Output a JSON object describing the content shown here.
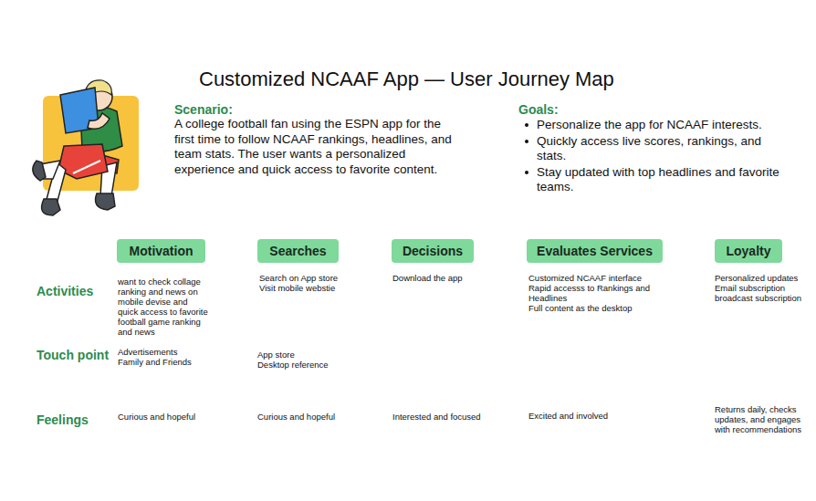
{
  "diagram": {
    "title": "Customized NCAAF App — User Journey Map",
    "nodes": [
      {
        "text": [
          "Motivation"
        ]
      },
      {
        "text": [
          "Searches"
        ]
      },
      {
        "text": [
          "Decisions"
        ]
      },
      {
        "text": [
          "Evaluates Services"
        ]
      },
      {
        "text": [
          "Loyalty"
        ]
      }
    ],
    "labels": [
      "Scenario:",
      "A college football fan using the ESPN app for the first time to follow NCAAF rankings, headlines, and team stats. The user wants a personalized experience and quick access to favorite content.",
      "Goals:",
      "Personalize the app for NCAAF interests.",
      "Quickly access live scores, rankings, and stats.",
      "Stay updated with top headlines and favorite teams.",
      "Activities",
      "Touch point",
      "Feelings",
      "want to check collage ranking and news on mobile devise and quick access to favorite football game ranking and news",
      "Search on App store",
      "Visit mobile webstie",
      "Download the app",
      "Customized NCAAF interface",
      "Rapid accesss to Rankings and Headlines",
      "Full content as the desktop",
      "Personalized updates",
      "Email subscription",
      "broadcast subscription",
      "Advertisements",
      "Family and Friends",
      "App store",
      "Desktop reference",
      "Curious and hopeful",
      "Curious and hopeful",
      "Interested and focused",
      "Excited and involved",
      "Returns daily, checks updates, and engages with recommendations"
    ]
  }
}
